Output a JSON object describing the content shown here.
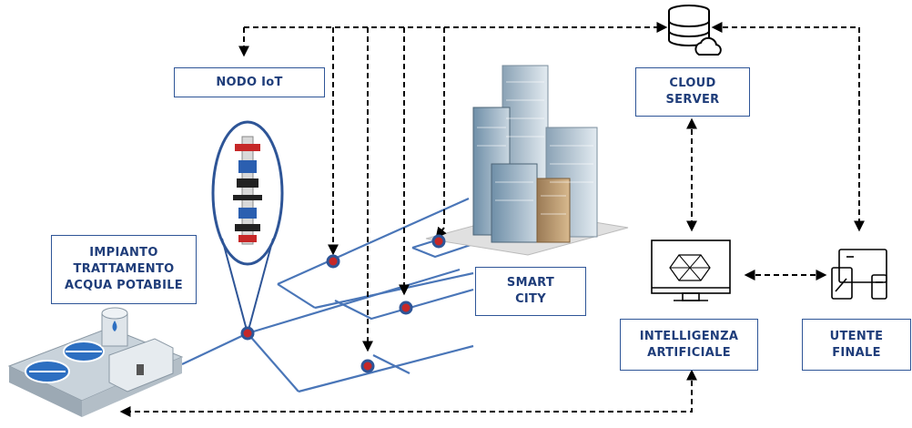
{
  "labels": {
    "nodo_iot": "NODO IoT",
    "cloud_server": [
      "CLOUD",
      "SERVER"
    ],
    "impianto": [
      "IMPIANTO",
      "TRATTAMENTO",
      "ACQUA POTABILE"
    ],
    "smart_city": [
      "SMART",
      "CITY"
    ],
    "ai": [
      "INTELLIGENZA",
      "ARTIFICIALE"
    ],
    "utente": [
      "UTENTE",
      "FINALE"
    ]
  },
  "colors": {
    "label_text": "#1f3d7a",
    "label_border": "#2e5597",
    "pipe": "#4a76b8",
    "sensor_node": "#c62828",
    "connector": "#000000"
  },
  "icons": [
    "database-cloud-icon",
    "ai-monitor-icon",
    "devices-icon",
    "water-plant-illustration",
    "city-buildings-illustration",
    "iot-sensor-illustration"
  ]
}
